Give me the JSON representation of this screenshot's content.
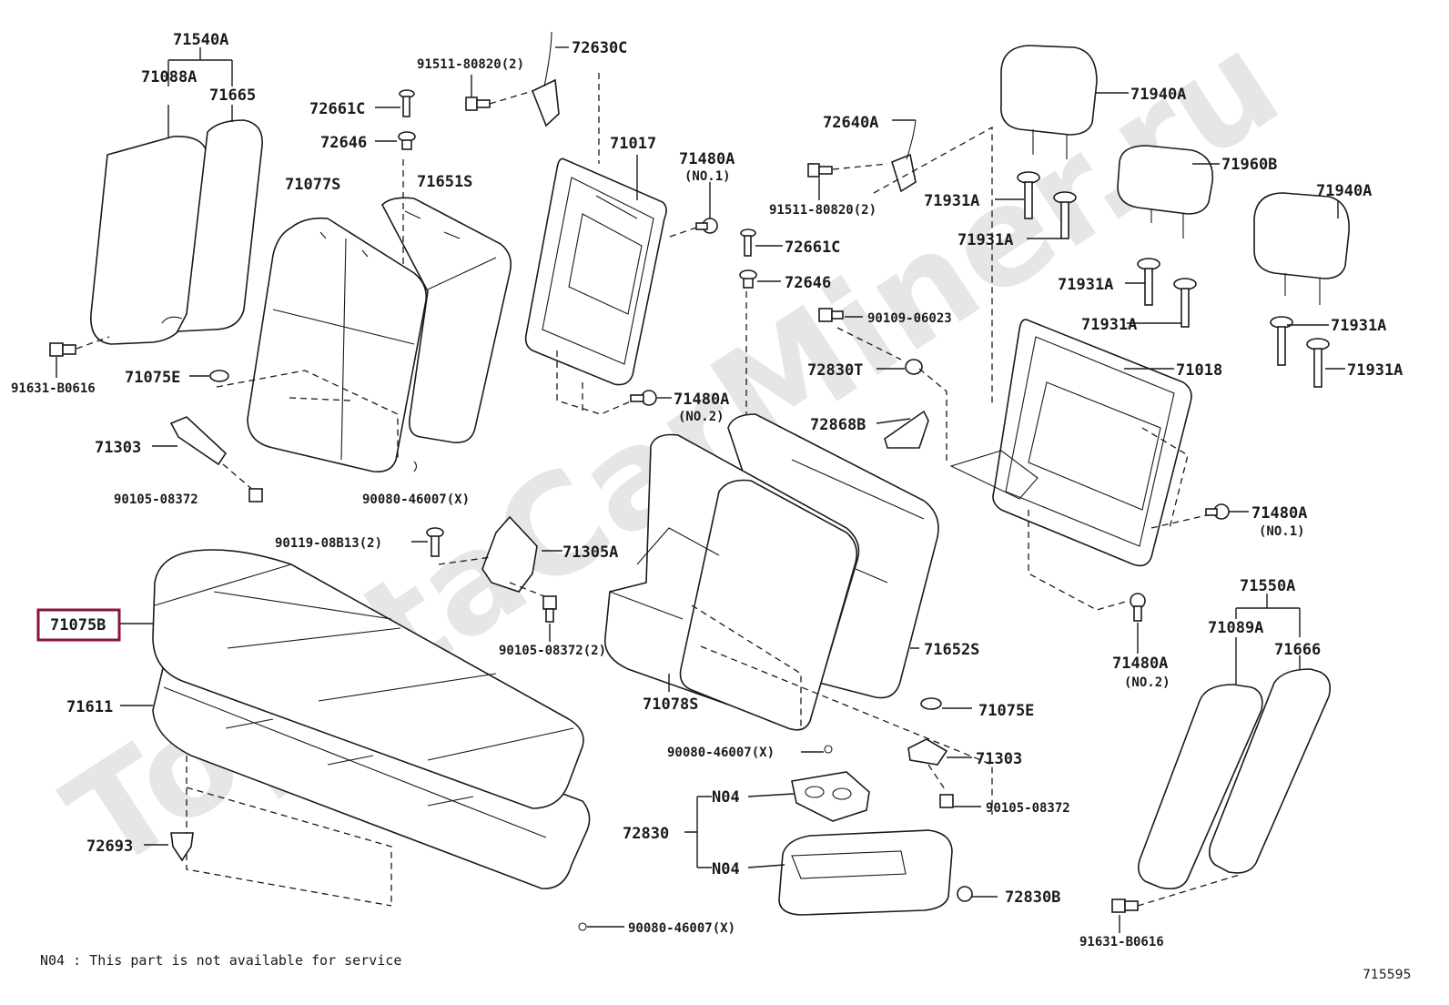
{
  "watermark": "ToyotaCarMiner.ru",
  "highlight": "71075B",
  "labels": {
    "p71540A": "71540A",
    "p71088A": "71088A",
    "p71665": "71665",
    "p72661C_a": "72661C",
    "p72646_a": "72646",
    "p91511_a": "91511-80820(2)",
    "p72630C": "72630C",
    "p71077S": "71077S",
    "p71651S": "71651S",
    "p71017": "71017",
    "p71480A_a": "71480A",
    "n_no1_a": "(NO.1)",
    "p72661C_b": "72661C",
    "p72646_b": "72646",
    "p72640A": "72640A",
    "p91511_b": "91511-80820(2)",
    "p71940A_a": "71940A",
    "p71960B": "71960B",
    "p71940A_b": "71940A",
    "p71931A_1": "71931A",
    "p71931A_2": "71931A",
    "p71931A_3": "71931A",
    "p71931A_4": "71931A",
    "p71931A_5": "71931A",
    "p71931A_6": "71931A",
    "p91631_a": "91631-B0616",
    "p71075E_a": "71075E",
    "p71303_a": "71303",
    "p90105_a": "90105-08372",
    "p90080_a": "90080-46007(X)",
    "p71480A_b": "71480A",
    "n_no2_b": "(NO.2)",
    "p90109": "90109-06023",
    "p72830T": "72830T",
    "p72868B": "72868B",
    "p71018": "71018",
    "p90119": "90119-08B13(2)",
    "p71305A": "71305A",
    "p71480A_c": "71480A",
    "n_no1_c": "(NO.1)",
    "p71075B": "71075B",
    "p90105_b": "90105-08372(2)",
    "p71611": "71611",
    "p71078S": "71078S",
    "p71652S": "71652S",
    "p71550A": "71550A",
    "p71089A": "71089A",
    "p71666": "71666",
    "p71480A_d": "71480A",
    "n_no2_d": "(NO.2)",
    "p71075E_b": "71075E",
    "p90080_b": "90080-46007(X)",
    "p71303_b": "71303",
    "p90105_c": "90105-08372",
    "p72830": "72830",
    "pN04_a": "N04",
    "pN04_b": "N04",
    "p72830B": "72830B",
    "p72693": "72693",
    "p90080_c": "90080-46007(X)",
    "p91631_b": "91631-B0616"
  },
  "footnote": "N04 : This part is not available for service",
  "diagram_id": "715595"
}
